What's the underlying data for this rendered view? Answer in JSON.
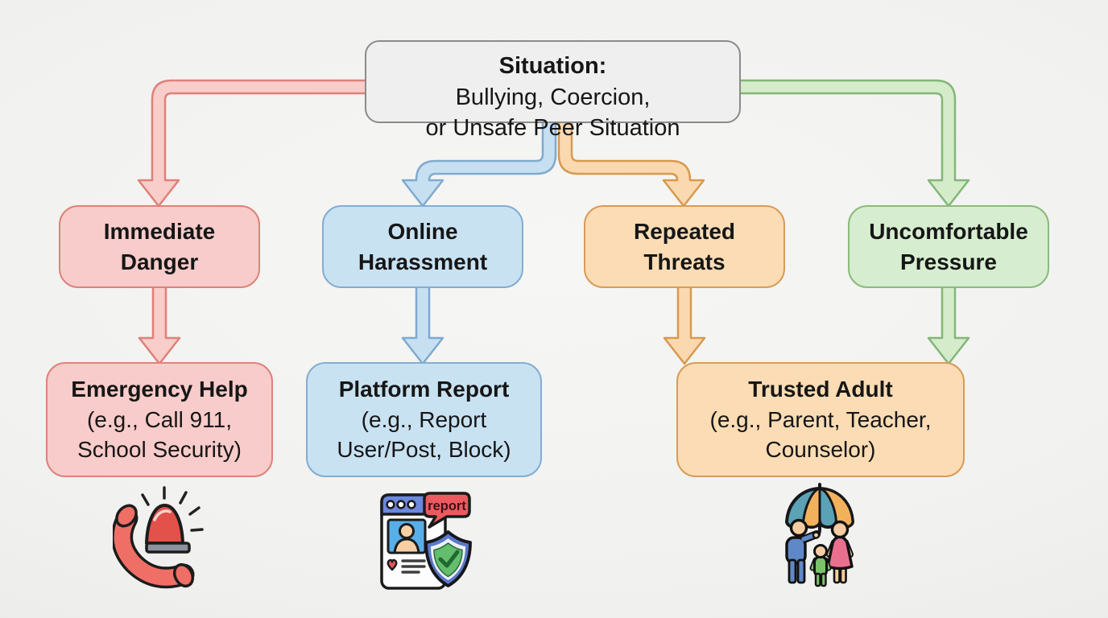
{
  "root": {
    "prefix": "Situation:",
    "line1": "Bullying, Coercion,",
    "line2": "or Unsafe Peer Situation"
  },
  "branches": [
    {
      "id": "immediate-danger",
      "label": "Immediate\nDanger",
      "fill": "#f8ccca",
      "border": "#dd837b"
    },
    {
      "id": "online-harassment",
      "label": "Online\nHarassment",
      "fill": "#c9e2f2",
      "border": "#84add2"
    },
    {
      "id": "repeated-threats",
      "label": "Repeated\nThreats",
      "fill": "#fbdcb4",
      "border": "#d89c58"
    },
    {
      "id": "uncomfortable-pressure",
      "label": "Uncomfortable\nPressure",
      "fill": "#d6edcf",
      "border": "#8bba7d"
    }
  ],
  "outcomes": [
    {
      "id": "emergency-help",
      "title": "Emergency Help",
      "subtitle": "(e.g., Call 911,\nSchool Security)"
    },
    {
      "id": "platform-report",
      "title": "Platform Report",
      "subtitle": "(e.g., Report\nUser/Post, Block)"
    },
    {
      "id": "trusted-adult",
      "title": "Trusted Adult",
      "subtitle": "(e.g., Parent, Teacher,\nCounselor)"
    }
  ],
  "icons": {
    "emergency": {
      "name": "emergency-call-icon"
    },
    "report": {
      "name": "platform-report-icon",
      "bubble_label": "report"
    },
    "family": {
      "name": "trusted-adult-family-icon"
    }
  },
  "palette": {
    "root_fill": "#efeff0",
    "root_border": "#8b8b8b",
    "red_arrow_fill": "#f8cdca",
    "red_arrow_stroke": "#df8179",
    "blue_arrow_fill": "#c6e0f2",
    "blue_arrow_stroke": "#80aace",
    "orange_arrow_fill": "#fbd9b0",
    "orange_arrow_stroke": "#d8994f",
    "green_arrow_fill": "#d4ecca",
    "green_arrow_stroke": "#83b678",
    "text": "#161616"
  }
}
